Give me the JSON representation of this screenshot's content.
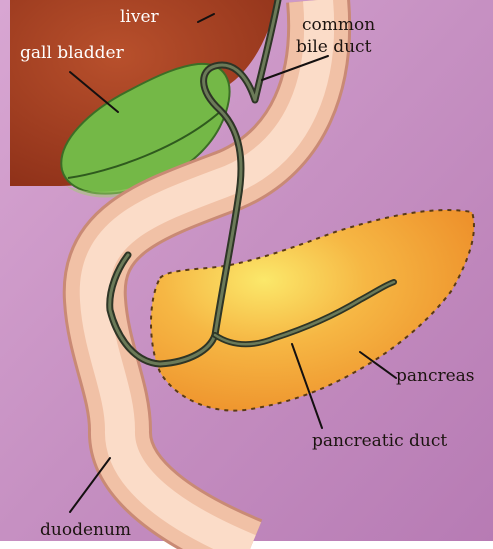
{
  "diagram": {
    "labels": {
      "liver": "liver",
      "gall_bladder": "gall bladder",
      "common_bile_duct_line1": "common",
      "common_bile_duct_line2": "bile duct",
      "pancreas": "pancreas",
      "pancreatic_duct": "pancreatic duct",
      "duodenum": "duodenum"
    },
    "colors": {
      "background": "#c690c2",
      "liver": "#a33e22",
      "gall_bladder": "#74b847",
      "duodenum": "#f2c2a8",
      "pancreas": "#f2a53a",
      "duct": "#4e5a40"
    }
  }
}
